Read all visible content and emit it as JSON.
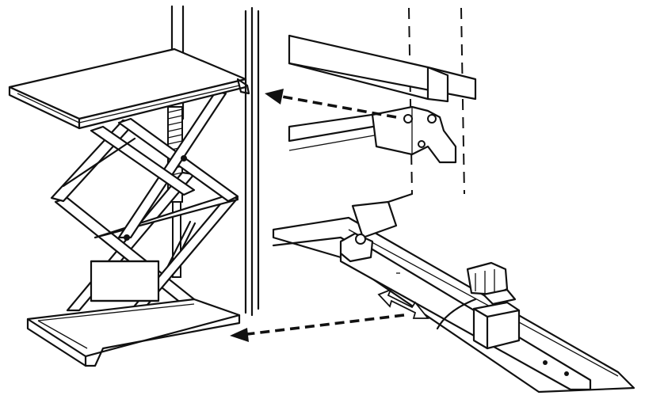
{
  "figure": {
    "background": "#ffffff",
    "ink": "#111111",
    "parts": [
      "scissor-lift-table",
      "wall-post",
      "platform-hinge-detail",
      "floor-rail-with-limit-switch"
    ],
    "arrows": [
      {
        "from": "platform-hinge-detail",
        "to": "scissor-lift-table-top"
      },
      {
        "from": "floor-rail-with-limit-switch",
        "to": "scissor-lift-table-base"
      }
    ],
    "icons": [
      "double-headed-arrow-icon"
    ]
  }
}
